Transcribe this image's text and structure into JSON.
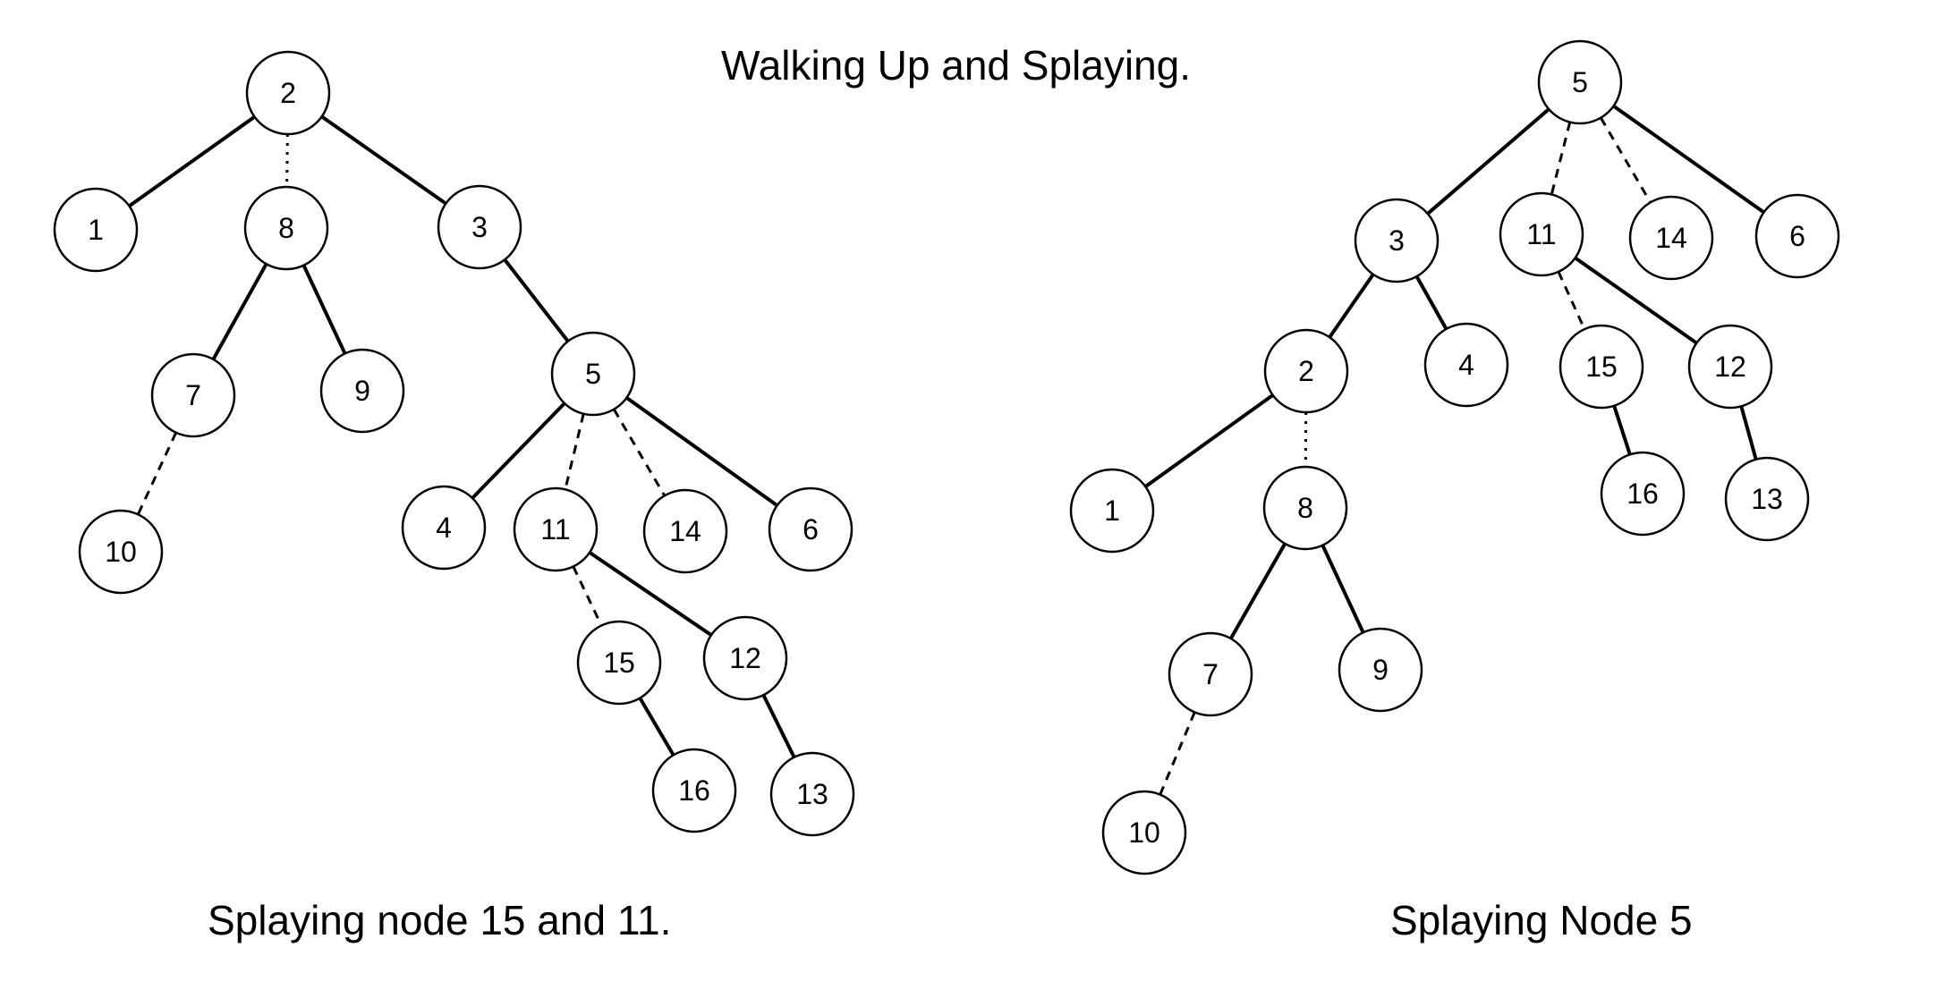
{
  "title": "Walking Up and Splaying.",
  "left_tree": {
    "caption": "Splaying node 15 and 11.",
    "nodes": [
      {
        "id": "2",
        "label": "2"
      },
      {
        "id": "1",
        "label": "1"
      },
      {
        "id": "8",
        "label": "8"
      },
      {
        "id": "3",
        "label": "3"
      },
      {
        "id": "7",
        "label": "7"
      },
      {
        "id": "9",
        "label": "9"
      },
      {
        "id": "10",
        "label": "10"
      },
      {
        "id": "5",
        "label": "5"
      },
      {
        "id": "4",
        "label": "4"
      },
      {
        "id": "11",
        "label": "11"
      },
      {
        "id": "14",
        "label": "14"
      },
      {
        "id": "6",
        "label": "6"
      },
      {
        "id": "15",
        "label": "15"
      },
      {
        "id": "12",
        "label": "12"
      },
      {
        "id": "16",
        "label": "16"
      },
      {
        "id": "13",
        "label": "13"
      }
    ],
    "edges": [
      {
        "from": "2",
        "to": "1",
        "style": "solid"
      },
      {
        "from": "2",
        "to": "8",
        "style": "dotted"
      },
      {
        "from": "2",
        "to": "3",
        "style": "solid"
      },
      {
        "from": "8",
        "to": "7",
        "style": "solid"
      },
      {
        "from": "8",
        "to": "9",
        "style": "solid"
      },
      {
        "from": "7",
        "to": "10",
        "style": "dashed"
      },
      {
        "from": "3",
        "to": "5",
        "style": "solid"
      },
      {
        "from": "5",
        "to": "4",
        "style": "solid"
      },
      {
        "from": "5",
        "to": "11",
        "style": "dashed"
      },
      {
        "from": "5",
        "to": "14",
        "style": "dashed"
      },
      {
        "from": "5",
        "to": "6",
        "style": "solid"
      },
      {
        "from": "11",
        "to": "15",
        "style": "dashed"
      },
      {
        "from": "11",
        "to": "12",
        "style": "solid"
      },
      {
        "from": "15",
        "to": "16",
        "style": "solid"
      },
      {
        "from": "12",
        "to": "13",
        "style": "solid"
      }
    ]
  },
  "right_tree": {
    "caption": "Splaying Node 5",
    "nodes": [
      {
        "id": "5",
        "label": "5"
      },
      {
        "id": "3",
        "label": "3"
      },
      {
        "id": "11",
        "label": "11"
      },
      {
        "id": "14",
        "label": "14"
      },
      {
        "id": "6",
        "label": "6"
      },
      {
        "id": "2",
        "label": "2"
      },
      {
        "id": "4",
        "label": "4"
      },
      {
        "id": "15",
        "label": "15"
      },
      {
        "id": "12",
        "label": "12"
      },
      {
        "id": "1",
        "label": "1"
      },
      {
        "id": "8",
        "label": "8"
      },
      {
        "id": "16",
        "label": "16"
      },
      {
        "id": "13",
        "label": "13"
      },
      {
        "id": "7",
        "label": "7"
      },
      {
        "id": "9",
        "label": "9"
      },
      {
        "id": "10",
        "label": "10"
      }
    ],
    "edges": [
      {
        "from": "5",
        "to": "3",
        "style": "solid"
      },
      {
        "from": "5",
        "to": "11",
        "style": "dashed"
      },
      {
        "from": "5",
        "to": "14",
        "style": "dashed"
      },
      {
        "from": "5",
        "to": "6",
        "style": "solid"
      },
      {
        "from": "3",
        "to": "2",
        "style": "solid"
      },
      {
        "from": "3",
        "to": "4",
        "style": "solid"
      },
      {
        "from": "11",
        "to": "15",
        "style": "dashed"
      },
      {
        "from": "11",
        "to": "12",
        "style": "solid"
      },
      {
        "from": "2",
        "to": "1",
        "style": "solid"
      },
      {
        "from": "2",
        "to": "8",
        "style": "dotted"
      },
      {
        "from": "15",
        "to": "16",
        "style": "solid"
      },
      {
        "from": "12",
        "to": "13",
        "style": "solid"
      },
      {
        "from": "8",
        "to": "7",
        "style": "solid"
      },
      {
        "from": "8",
        "to": "9",
        "style": "solid"
      },
      {
        "from": "7",
        "to": "10",
        "style": "dashed"
      }
    ]
  }
}
